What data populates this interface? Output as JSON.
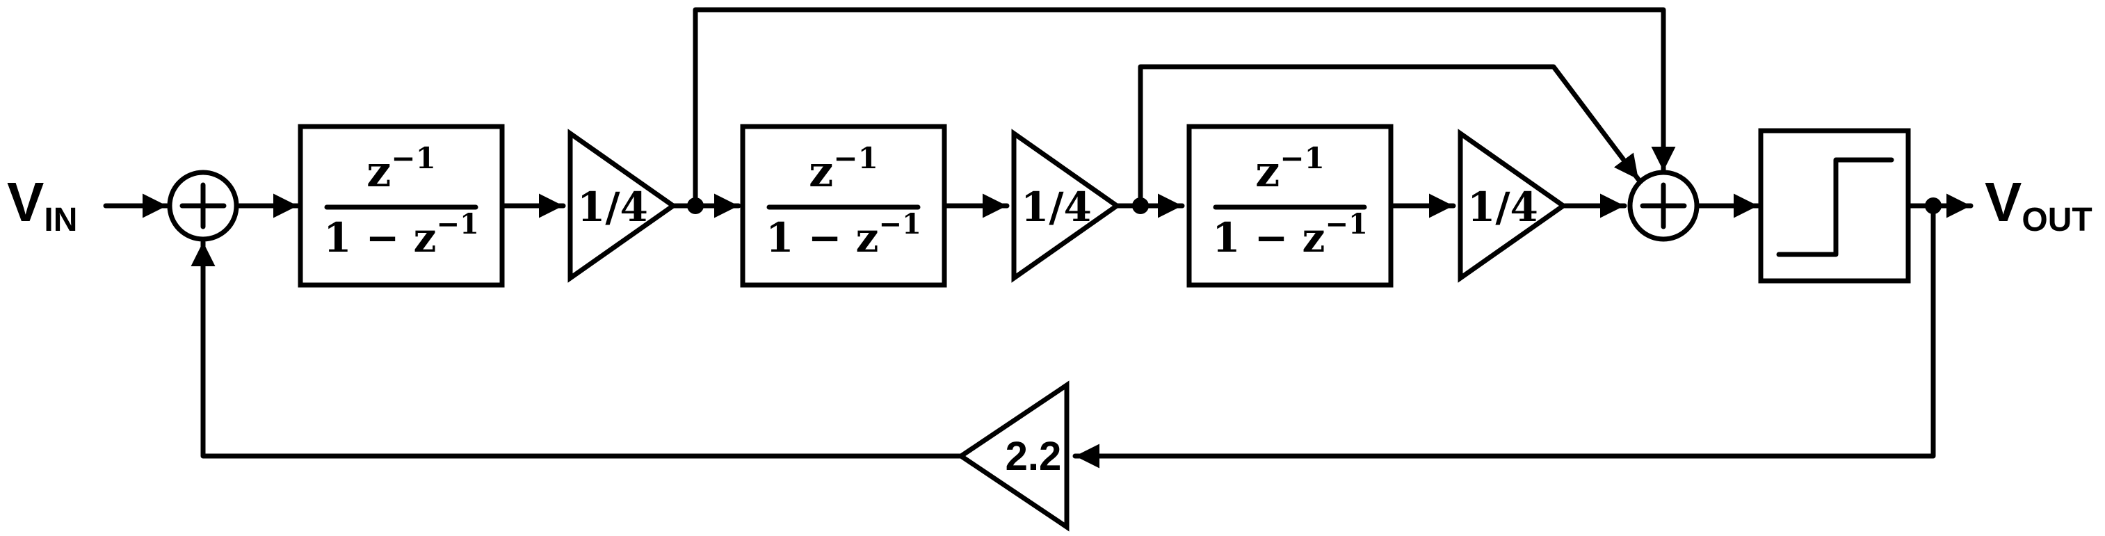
{
  "input": {
    "main": "V",
    "sub": "IN"
  },
  "output": {
    "main": "V",
    "sub": "OUT"
  },
  "integrators": [
    {
      "numerator": "z",
      "num_exp": "−1",
      "denominator": "1 − z",
      "den_exp": "−1"
    },
    {
      "numerator": "z",
      "num_exp": "−1",
      "denominator": "1 − z",
      "den_exp": "−1"
    },
    {
      "numerator": "z",
      "num_exp": "−1",
      "denominator": "1 − z",
      "den_exp": "−1"
    }
  ],
  "gains": [
    "1/4",
    "1/4",
    "1/4"
  ],
  "feedback_gain": "2.2",
  "summer_symbol": "+"
}
